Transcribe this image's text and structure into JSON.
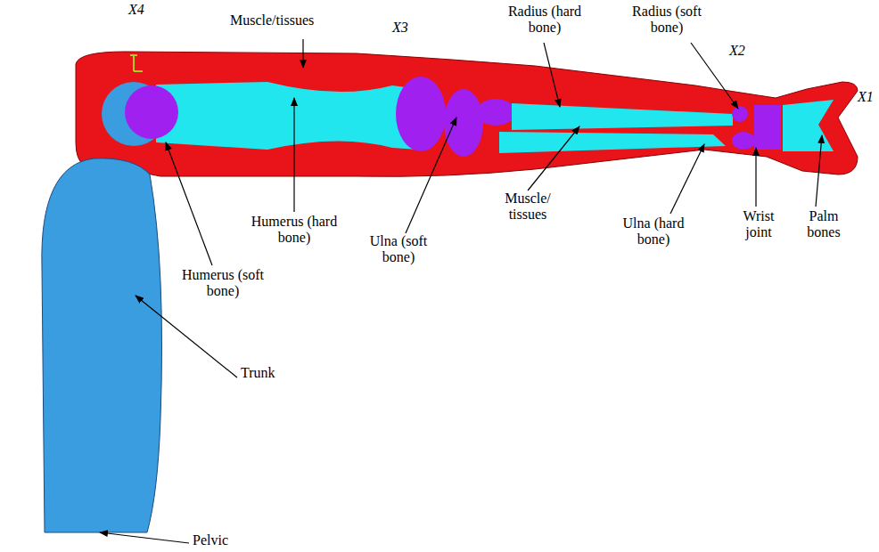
{
  "diagram": {
    "labels": [
      "X4",
      "Muscle/tissues",
      "X3",
      "Radius (hard bone)",
      "Radius (soft bone)",
      "X2",
      "X1",
      "Humerus (hard bone)",
      "Ulna (soft bone)",
      "Muscle/ tissues",
      "Ulna (hard bone)",
      "Wrist joint",
      "Palm bones",
      "Humerus (soft bone)",
      "Trunk",
      "Pelvic"
    ]
  }
}
